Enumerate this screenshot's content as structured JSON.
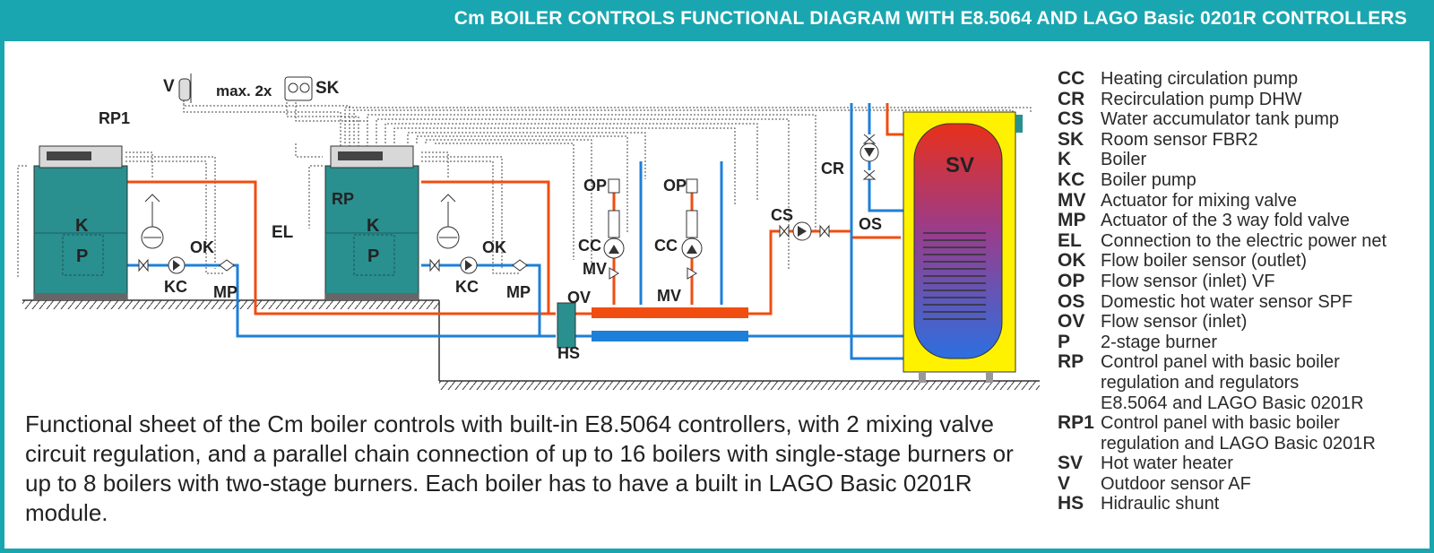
{
  "title": "Cm BOILER CONTROLS FUNCTIONAL DIAGRAM WITH E8.5064 AND LAGO Basic 0201R CONTROLLERS",
  "colors": {
    "frame": "#1aa6b0",
    "boiler": "#2a8f8f",
    "hot": "#f04d10",
    "cold": "#1e7fd8",
    "tank": "#fff200"
  },
  "diagram_labels": {
    "v": "V",
    "sk_prefix": "max. 2x",
    "sk": "SK",
    "rp1": "RP1",
    "rp": "RP",
    "el": "EL",
    "k1": "K",
    "p1": "P",
    "kc1": "KC",
    "ok1": "OK",
    "mp1": "MP",
    "k2": "K",
    "p2": "P",
    "kc2": "KC",
    "ok2": "OK",
    "mp2": "MP",
    "ov": "OV",
    "hs": "HS",
    "op1": "OP",
    "op2": "OP",
    "cc1": "CC",
    "cc2": "CC",
    "mv1": "MV",
    "mv2": "MV",
    "cs": "CS",
    "cr": "CR",
    "os": "OS",
    "sv": "SV"
  },
  "legend": [
    {
      "code": "CC",
      "desc": "Heating circulation pump"
    },
    {
      "code": "CR",
      "desc": "Recirculation pump DHW"
    },
    {
      "code": "CS",
      "desc": "Water accumulator tank pump"
    },
    {
      "code": "SK",
      "desc": "Room sensor FBR2"
    },
    {
      "code": "K",
      "desc": "Boiler"
    },
    {
      "code": "KC",
      "desc": "Boiler pump"
    },
    {
      "code": "MV",
      "desc": "Actuator for mixing valve"
    },
    {
      "code": "MP",
      "desc": "Actuator of the 3 way fold valve"
    },
    {
      "code": "EL",
      "desc": "Connection to the electric power net"
    },
    {
      "code": "OK",
      "desc": "Flow boiler sensor (outlet)"
    },
    {
      "code": "OP",
      "desc": "Flow sensor (inlet) VF"
    },
    {
      "code": "OS",
      "desc": "Domestic hot water sensor SPF"
    },
    {
      "code": "OV",
      "desc": "Flow sensor (inlet)"
    },
    {
      "code": "P",
      "desc": "2-stage burner"
    },
    {
      "code": "RP",
      "desc": "Control panel with basic boiler\nregulation and regulators\nE8.5064 and LAGO Basic 0201R"
    },
    {
      "code": "RP1",
      "desc": "Control panel with basic boiler\nregulation and LAGO Basic 0201R"
    },
    {
      "code": "SV",
      "desc": "Hot  water heater"
    },
    {
      "code": "V",
      "desc": "Outdoor sensor AF"
    },
    {
      "code": "HS",
      "desc": "Hidraulic shunt"
    }
  ],
  "caption": "Functional sheet of the Cm boiler controls with built-in E8.5064 controllers, with 2 mixing valve circuit regulation, and a parallel chain connection of up to 16 boilers with single-stage burners or up to 8 boilers with two-stage burners. Each boiler has to have a built in LAGO Basic 0201R module."
}
